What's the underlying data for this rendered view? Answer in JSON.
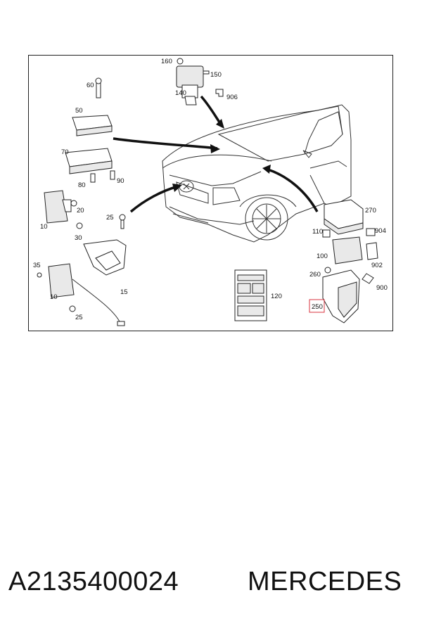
{
  "diagram": {
    "callouts": {
      "c160": "160",
      "c150": "150",
      "c140": "140",
      "c906": "906",
      "c60": "60",
      "c50": "50",
      "c70": "70",
      "c80": "80",
      "c90": "90",
      "c20": "20",
      "c10a": "10",
      "c30": "30",
      "c25a": "25",
      "c35": "35",
      "c10b": "10",
      "c15": "15",
      "c25b": "25",
      "c120": "120",
      "c270": "270",
      "c110": "110",
      "c904": "904",
      "c100": "100",
      "c902": "902",
      "c260": "260",
      "c900": "900",
      "c250": "250"
    },
    "highlight_color": "#d9333f"
  },
  "footer": {
    "part_number": "A2135400024",
    "brand": "MERCEDES"
  }
}
